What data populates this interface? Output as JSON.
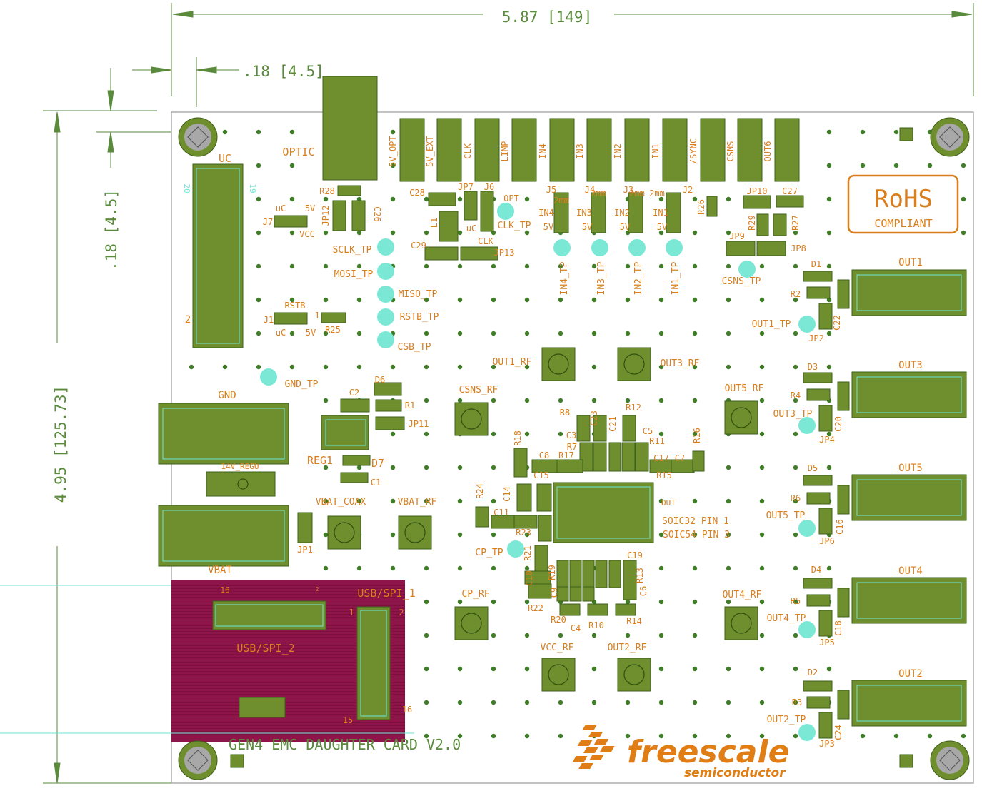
{
  "colors": {
    "silkscreen": "#d97f1e",
    "copper": "#6f8f2e",
    "copper_outline": "#3e5f18",
    "testpoint": "#7be8d6",
    "via": "#3f7d26",
    "dimension": "#5a8a3c",
    "usb_region": "#8e1449",
    "rohs": "#d97f1e"
  },
  "dimensions": {
    "width": "5.87 [149]",
    "hole_offset_x": ".18 [4.5]",
    "hole_offset_y": ".18 [4.5]",
    "height": "4.95 [125.73]"
  },
  "board": {
    "title": "GEN4 EMC DAUGHTER CARD V2.0",
    "logo_text": "freescale",
    "logo_subtext": "semiconductor",
    "rohs_line1": "RoHS",
    "rohs_line2": "COMPLIANT"
  },
  "top_headers": [
    "5V_OPT",
    "5V_EXT",
    "CLK",
    "LIMP",
    "IN4",
    "IN3",
    "IN2",
    "IN1",
    "/SYNC",
    "CSNS",
    "OUT6"
  ],
  "labels": {
    "uc": "UC",
    "optic": "OPTIC",
    "r28": "R28",
    "jp12": "JP12",
    "c26": "C26",
    "j7": "J7",
    "uc_j7": "uC",
    "v5_j7": "5V",
    "vcc_j7": "VCC",
    "c28": "C28",
    "jp7": "JP7",
    "j6": "J6",
    "opt": "OPT",
    "l1": "L1",
    "uc_j6": "uC",
    "clk_j6": "CLK",
    "clk_tp": "CLK_TP",
    "c29": "C29",
    "jp13": "JP13",
    "j5": "J5",
    "j4": "J4",
    "j3": "J3",
    "j2": "J2",
    "mm2": "2mm",
    "in4": "IN4",
    "in3": "IN3",
    "in2": "IN2",
    "in1": "IN1",
    "v5": "5V",
    "in4_tp": "IN4_TP",
    "in3_tp": "IN3_TP",
    "in2_tp": "IN2_TP",
    "in1_tp": "IN1_TP",
    "r26": "R26",
    "jp10": "JP10",
    "c27": "C27",
    "r29": "R29",
    "r27": "R27",
    "jp9": "JP9",
    "jp8": "JP8",
    "csns_tp": "CSNS_TP",
    "sclk_tp": "SCLK_TP",
    "mosi_tp": "MOSI_TP",
    "miso_tp": "MISO_TP",
    "rstb_tp": "RSTB_TP",
    "csb_tp": "CSB_TP",
    "j1": "J1",
    "rstb": "RSTB",
    "uc_j1": "uC",
    "v5_j1": "5V",
    "r25": "R25",
    "gnd_tp": "GND_TP",
    "gnd": "GND",
    "d6": "D6",
    "c2": "C2",
    "r1": "R1",
    "jp11": "JP11",
    "reg1": "REG1",
    "d7": "D7",
    "c1": "C1",
    "regu14": "14V_REGU",
    "vbat": "VBAT",
    "jp1": "JP1",
    "vbat_coax": "VBAT_COAX",
    "vbat_rf": "VBAT_RF",
    "cp_tp": "CP_TP",
    "cp_rf": "CP_RF",
    "out1_rf": "OUT1_RF",
    "out3_rf": "OUT3_RF",
    "csns_rf": "CSNS_RF",
    "out5_rf": "OUT5_RF",
    "out4_rf": "OUT4_RF",
    "vcc_rf": "VCC_RF",
    "out2_rf": "OUT2_RF",
    "r8": "R8",
    "c23": "C23",
    "c21": "C21",
    "r12": "R12",
    "c3": "C3",
    "r7": "R7",
    "c5": "C5",
    "r11": "R11",
    "r16": "R16",
    "r18": "R18",
    "c8": "C8",
    "r17": "R17",
    "c17": "C17",
    "c7": "C7",
    "c15": "C15",
    "r15": "R15",
    "r24": "R24",
    "c14": "C14",
    "c11": "C11",
    "r23": "R23",
    "r21": "R21",
    "dut": "DUT",
    "soic32": "SOIC32 PIN 1",
    "soic54": "SOIC54 PIN 3",
    "c19": "C19",
    "c10": "C10",
    "r19": "R19",
    "c9": "C9",
    "r13": "R13",
    "c6": "C6",
    "r22": "R22",
    "r20": "R20",
    "c4": "C4",
    "r10": "R10",
    "r14": "R14",
    "d1": "D1",
    "r2": "R2",
    "c22": "C22",
    "out1_tp": "OUT1_TP",
    "jp2": "JP2",
    "out1": "OUT1",
    "d3": "D3",
    "r4": "R4",
    "c20": "C20",
    "out3_tp": "OUT3_TP",
    "jp4": "JP4",
    "out3": "OUT3",
    "d5": "D5",
    "r6": "R6",
    "c16": "C16",
    "out5_tp": "OUT5_TP",
    "jp6": "JP6",
    "out5": "OUT5",
    "d4": "D4",
    "r5": "R5",
    "c18": "C18",
    "out4_tp": "OUT4_TP",
    "jp5": "JP5",
    "out4": "OUT4",
    "d2": "D2",
    "r3": "R3",
    "c24": "C24",
    "out2_tp": "OUT2_TP",
    "jp3": "JP3",
    "out2": "OUT2",
    "usb_spi_1": "USB/SPI_1",
    "usb_spi_2": "USB/SPI_2",
    "p16": "16",
    "p2": "2",
    "p1": "1",
    "p15": "15",
    "p20": "20",
    "p19": "19"
  }
}
